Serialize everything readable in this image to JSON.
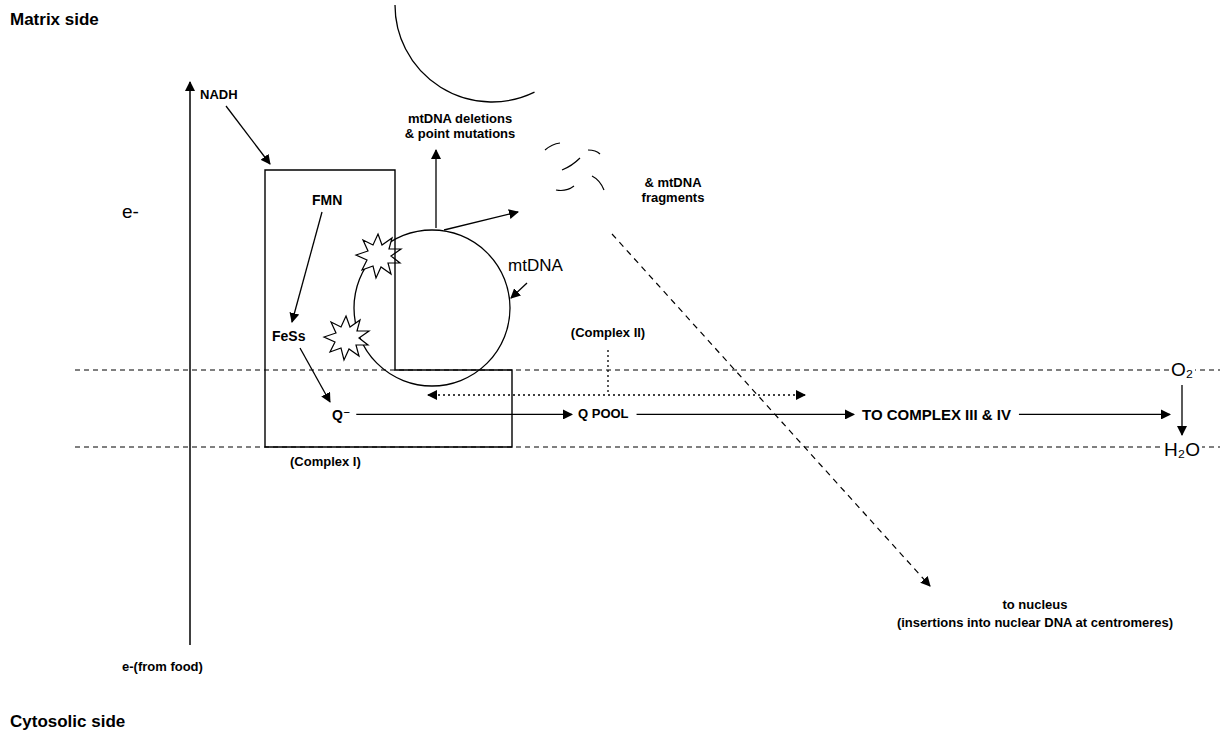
{
  "diagram": {
    "nodes": [
      {
        "text": [
          "FMN",
          "FeSs",
          "Q⁻",
          "(Complex I)"
        ]
      }
    ],
    "labels": [
      "Matrix side",
      "NADH",
      "mtDNA deletions & point mutations",
      "& mtDNA fragments",
      "e-",
      "mtDNA",
      "(Complex II)",
      "Q POOL",
      "TO COMPLEX III & IV",
      "O₂",
      "H₂O",
      "to nucleus",
      "(insertions into nuclear DNA at centromeres)",
      "e-(from food)",
      "Cytosolic side"
    ]
  }
}
